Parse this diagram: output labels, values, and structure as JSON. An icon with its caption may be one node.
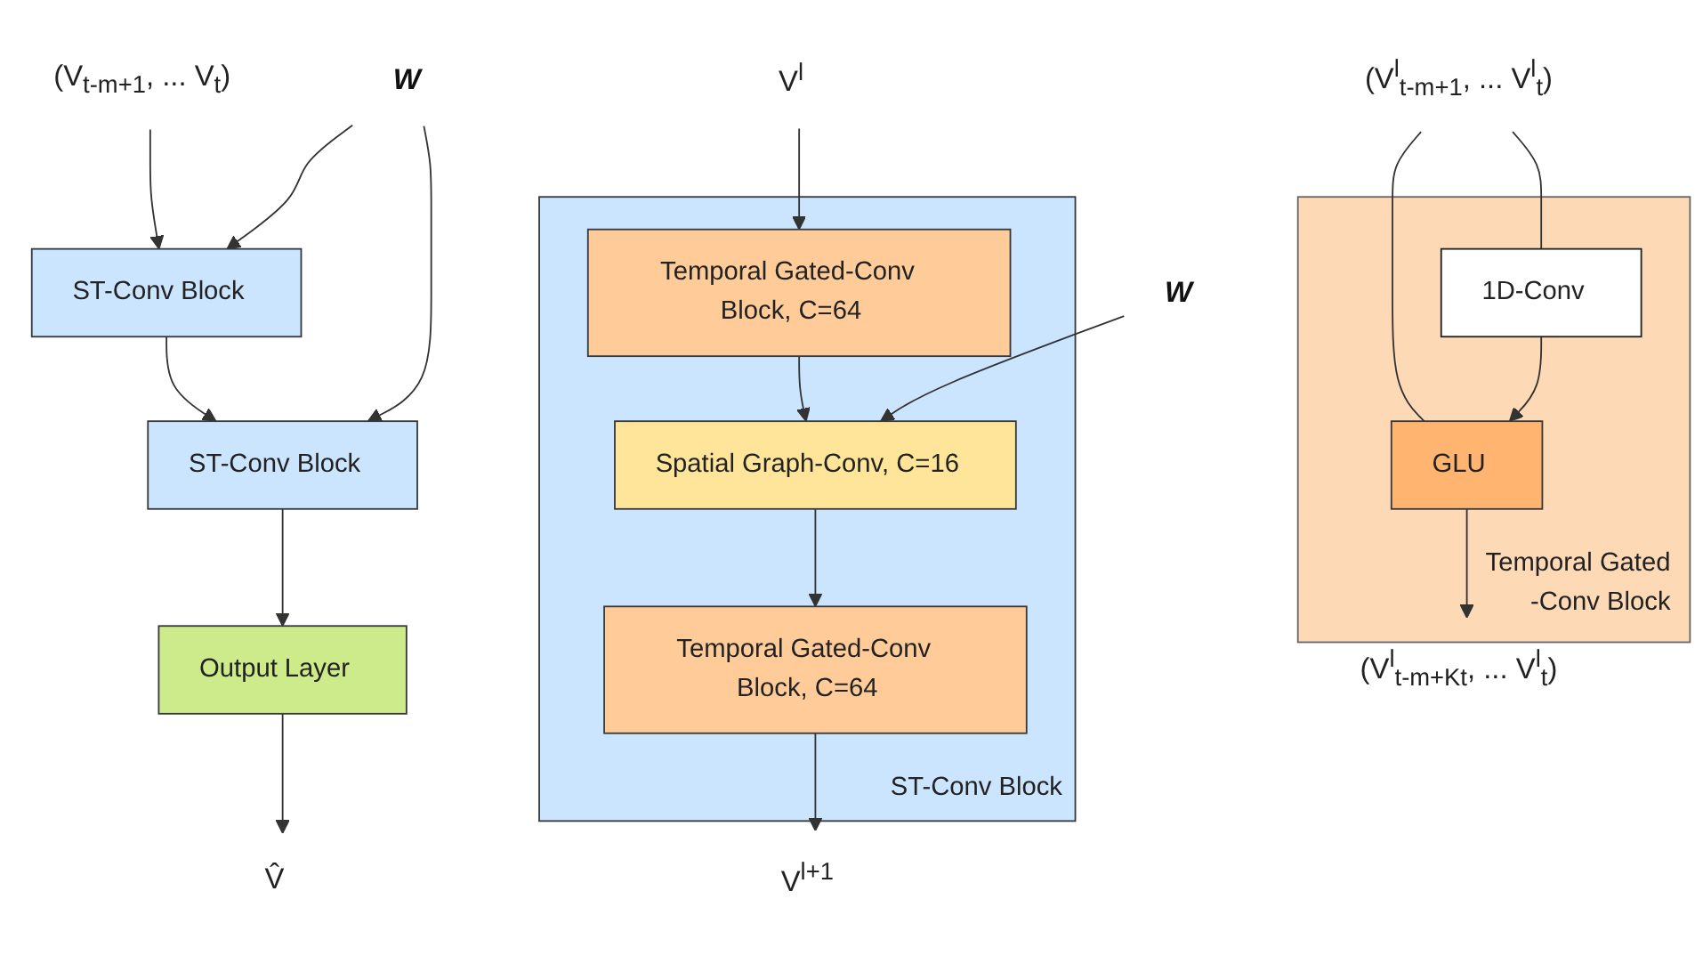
{
  "diagram": {
    "nodes": [
      {
        "text": [
          "(V$_{t-m+1}$, ... V$_{t}$)"
        ]
      },
      {
        "text": [
          "W"
        ]
      },
      {
        "text": [
          "ST-Conv Block"
        ]
      },
      {
        "text": [
          "ST-Conv Block"
        ]
      },
      {
        "text": [
          "Output Layer"
        ]
      },
      {
        "text": [
          "V̂"
        ]
      },
      {
        "text": [
          "V$^{l}$"
        ]
      },
      {
        "text": [
          "W"
        ]
      },
      {
        "text": [
          "ST-Conv Block"
        ]
      },
      {
        "text": [
          "Temporal Gated-Conv Block, C=64"
        ],
        "in": 8
      },
      {
        "text": [
          "Spatial Graph-Conv, C=16"
        ],
        "in": 8
      },
      {
        "text": [
          "Temporal Gated-Conv Block, C=64"
        ],
        "in": 8
      },
      {
        "text": [
          "V$^{l+1}$"
        ]
      },
      {
        "text": [
          "(V$^{l}$$_{t-m+1}$, ... V$^{l}$$_{t}$)"
        ]
      },
      {
        "text": [
          "Temporal Gated -Conv Block"
        ]
      },
      {
        "text": [
          "1D-Conv"
        ],
        "in": 14
      },
      {
        "text": [
          "GLU"
        ],
        "in": 14
      },
      {
        "text": [
          "(V$^{l}$$_{t-m+Kt}$, ... V$^{l}$$_{t}$)"
        ]
      }
    ],
    "edges": [
      {
        "from": 0,
        "to": 2,
        "arrow": "to"
      },
      {
        "from": 1,
        "to": 2,
        "arrow": "to"
      },
      {
        "from": 1,
        "to": 3,
        "arrow": "to"
      },
      {
        "from": 2,
        "to": 3,
        "arrow": "to"
      },
      {
        "from": 3,
        "to": 4,
        "arrow": "to"
      },
      {
        "from": 4,
        "to": 5,
        "arrow": "to"
      },
      {
        "from": 6,
        "to": 9,
        "arrow": "to"
      },
      {
        "from": 7,
        "to": 10,
        "arrow": "to"
      },
      {
        "from": 9,
        "to": 10,
        "arrow": "to"
      },
      {
        "from": 10,
        "to": 11,
        "arrow": "to"
      },
      {
        "from": 11,
        "to": 12,
        "arrow": "to"
      },
      {
        "from": 13,
        "to": 16,
        "arrow": "none"
      },
      {
        "from": 13,
        "to": 15,
        "arrow": "none"
      },
      {
        "from": 15,
        "to": 16,
        "arrow": "to"
      },
      {
        "from": 16,
        "to": 17,
        "arrow": "to"
      }
    ]
  }
}
